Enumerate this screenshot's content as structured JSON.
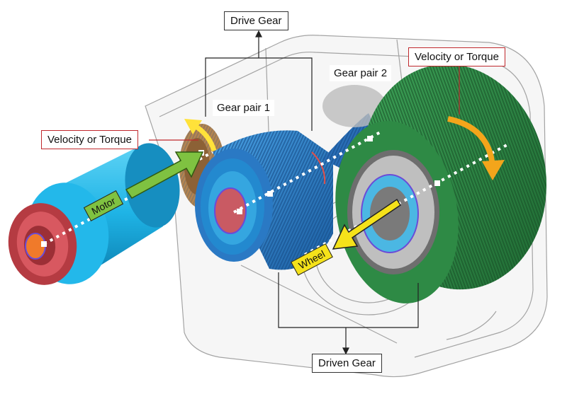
{
  "labels": {
    "drive_gear": "Drive Gear",
    "driven_gear": "Driven Gear",
    "gear_pair_1": "Gear pair 1",
    "gear_pair_2": "Gear pair 2",
    "velocity_torque_left": "Velocity or Torque",
    "velocity_torque_right": "Velocity or Torque",
    "motor": "Motor",
    "wheel": "Wheel"
  },
  "colors": {
    "motor_body": "#1fb4e6",
    "motor_flange": "#c2454b",
    "shaft_core": "#f07a2a",
    "drive_gear_blue": "#2a79c4",
    "driven_gear_green": "#2e8a45",
    "bronze_gear": "#b7854f",
    "housing": "#d9d9d9",
    "motor_arrow": "#7fc241",
    "wheel_arrow": "#f5e21a",
    "rotation_arrow_orange": "#f3a51b",
    "rotation_arrow_yellow": "#ffe23a",
    "callout_red": "#c0282d"
  },
  "icons": {
    "motor_arrow": "arrow-right-icon",
    "wheel_arrow": "arrow-left-icon",
    "rotation_left": "curved-arrow-icon",
    "rotation_right": "curved-arrow-icon"
  }
}
